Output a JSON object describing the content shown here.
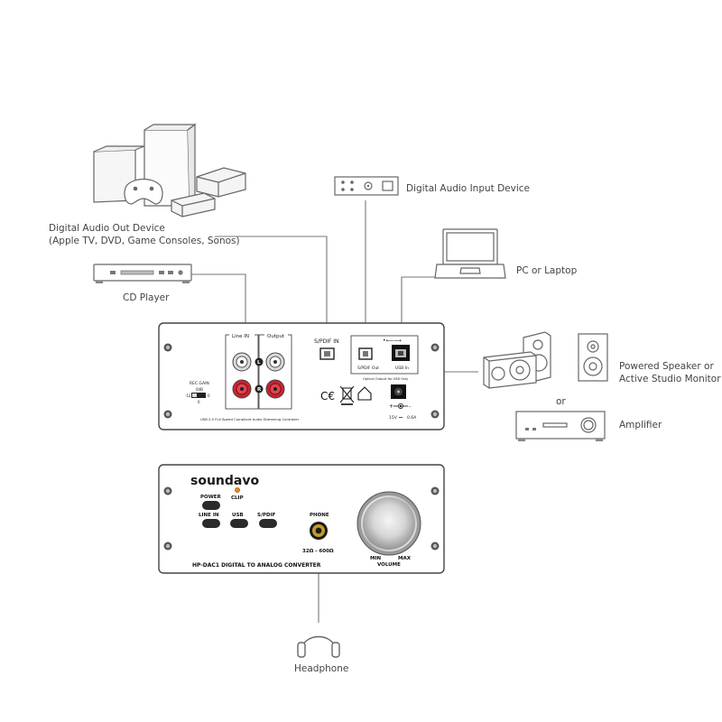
{
  "devices": {
    "digital_audio_out": {
      "line1": "Digital Audio Out Device",
      "line2": "(Apple TV, DVD, Game Consoles, Sonos)"
    },
    "cd_player": "CD Player",
    "digital_audio_input": "Digital Audio Input Device",
    "pc": "PC or Laptop",
    "speaker": {
      "line1": "Powered Speaker or",
      "line2": "Active Studio Monitor"
    },
    "or": "or",
    "amplifier": "Amplifier",
    "headphone": "Headphone"
  },
  "rear_panel": {
    "line_in": "Line IN",
    "output": "Output",
    "left": "L",
    "right": "R",
    "spdif_in": "S/PDIF IN",
    "spdif_out": "S/PDIF Out",
    "usb_in": "USB In",
    "optical_note": "Optical Output for USB Only",
    "rec_gain": "REC.GAIN",
    "rec_gain_0db": "0dB",
    "rec_gain_minus12": "-12",
    "rec_gain_plus6": "6",
    "rec_gain_0": "0",
    "usb_note": "USB 2.0 Full Speed Compliant Audio Streaming Controller",
    "power_spec_v": "15V",
    "power_spec_a": "0.6A",
    "ce_mark": "C€",
    "usb_symbol": "•⟵⟶"
  },
  "front_panel": {
    "brand": "soundavo",
    "power": "POWER",
    "clip": "CLIP",
    "line_in": "LINE IN",
    "usb": "USB",
    "spdif": "S/PDIF",
    "phone": "PHONE",
    "impedance": "32Ω - 600Ω",
    "model": "HP-DAC1   DIGITAL TO ANALOG CONVERTER",
    "min": "MIN",
    "max": "MAX",
    "volume": "VOLUME"
  }
}
